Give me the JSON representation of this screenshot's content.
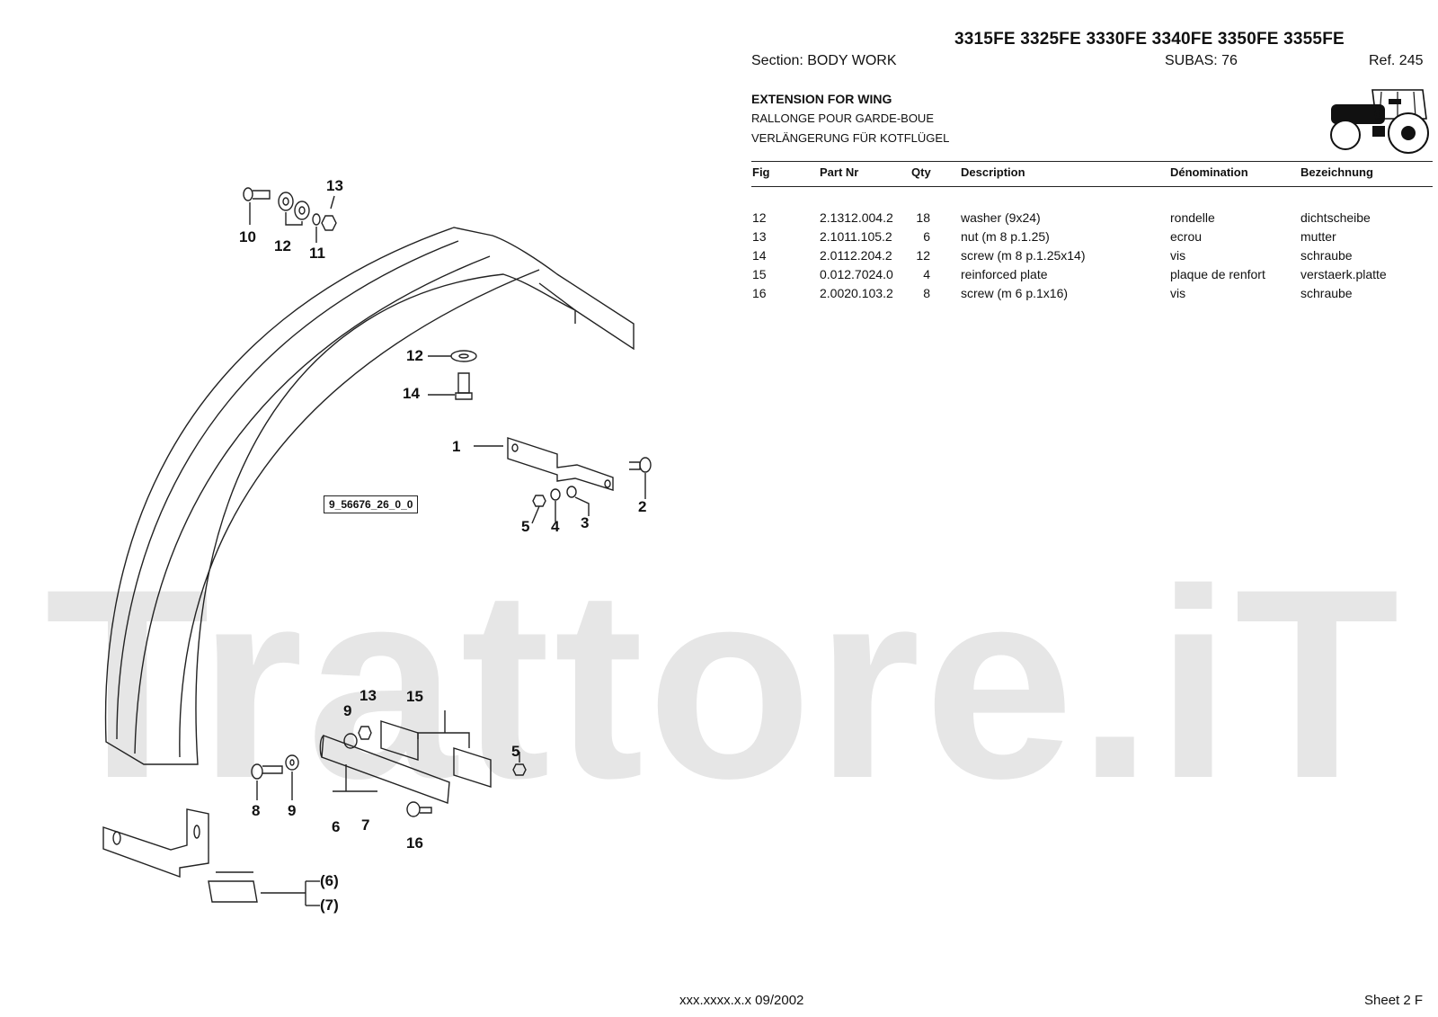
{
  "header": {
    "models": "3315FE 3325FE 3330FE 3340FE 3350FE 3355FE",
    "section": "Section: BODY  WORK",
    "subas": "SUBAS: 76",
    "ref": "Ref. 245"
  },
  "title": {
    "en": "EXTENSION FOR WING",
    "fr": "RALLONGE POUR  GARDE-BOUE",
    "de": "VERLÄNGERUNG FÜR KOTFLÜGEL"
  },
  "table": {
    "columns": [
      "Fig",
      "Part Nr",
      "Qty",
      "Description",
      "Dénomination",
      "Bezeichnung"
    ],
    "rows": [
      {
        "fig": "12",
        "part": "2.1312.004.2",
        "qty": "18",
        "desc": "washer (9x24)",
        "den": "rondelle",
        "bez": "dichtscheibe"
      },
      {
        "fig": "13",
        "part": "2.1011.105.2",
        "qty": "6",
        "desc": "nut (m 8 p.1.25)",
        "den": "ecrou",
        "bez": "mutter"
      },
      {
        "fig": "14",
        "part": "2.0112.204.2",
        "qty": "12",
        "desc": "screw (m 8 p.1.25x14)",
        "den": "vis",
        "bez": "schraube"
      },
      {
        "fig": "15",
        "part": "0.012.7024.0",
        "qty": "4",
        "desc": "reinforced plate",
        "den": "plaque de renfort",
        "bez": "verstaerk.platte"
      },
      {
        "fig": "16",
        "part": "2.0020.103.2",
        "qty": "8",
        "desc": "screw (m 6 p.1x16)",
        "den": "vis",
        "bez": "schraube"
      }
    ]
  },
  "diagram": {
    "image_id": "9_56676_26_0_0",
    "callouts": {
      "c10": "10",
      "c12a": "12",
      "c11": "11",
      "c13a": "13",
      "c12b": "12",
      "c14": "14",
      "c1": "1",
      "c2": "2",
      "c3": "3",
      "c4": "4",
      "c5a": "5",
      "c9a": "9",
      "c13b": "13",
      "c15": "15",
      "c5b": "5",
      "c8": "8",
      "c9b": "9",
      "c6": "6",
      "c7": "7",
      "c16": "16",
      "c6p": "(6)",
      "c7p": "(7)"
    }
  },
  "watermark": "Trattore.iT",
  "footer": {
    "code": "xxx.xxxx.x.x  09/2002",
    "sheet": "Sheet 2 F"
  }
}
